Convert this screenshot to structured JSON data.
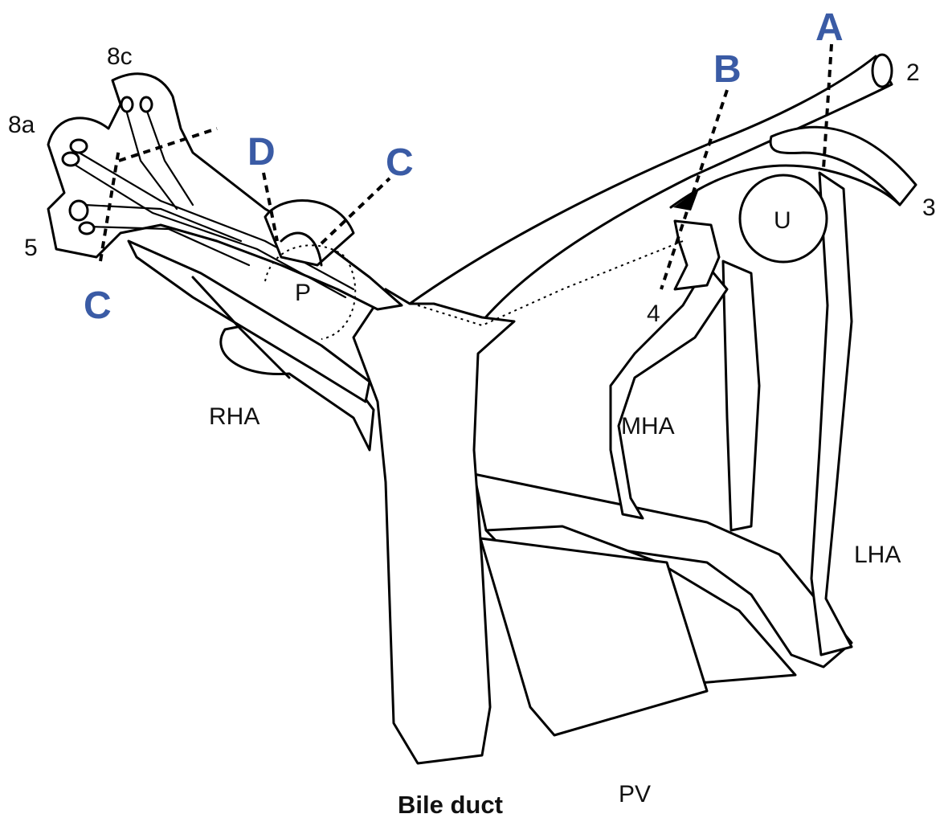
{
  "labels": {
    "seg_2": "2",
    "seg_3": "3",
    "seg_4": "4",
    "seg_5": "5",
    "seg_8a": "8a",
    "seg_8c": "8c",
    "u": "U",
    "p": "P",
    "rha": "RHA",
    "mha": "MHA",
    "lha": "LHA",
    "pv": "PV",
    "bile_duct": "Bile duct"
  },
  "callouts": {
    "a": "A",
    "b": "B",
    "c_right": "C",
    "c_left": "C",
    "d": "D"
  },
  "colors": {
    "callout": "#3a5ba5",
    "ink": "#000000"
  }
}
